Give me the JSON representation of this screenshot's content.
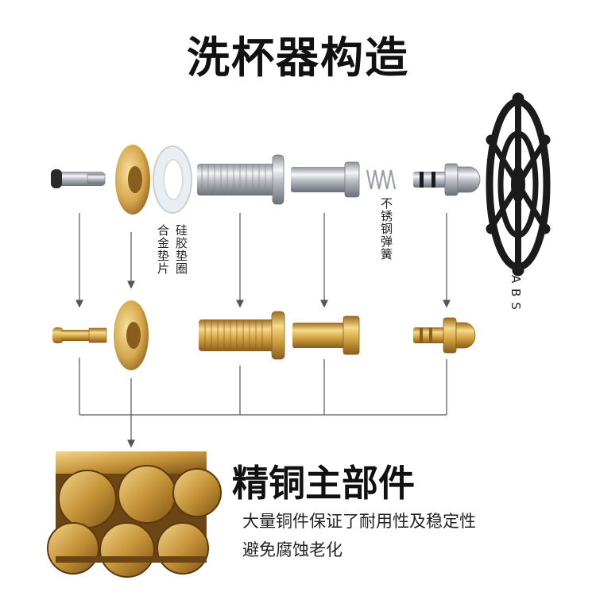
{
  "title": "洗杯器构造",
  "labels": {
    "alloy_gasket": "合金垫片",
    "silicone_gasket": "硅胶垫圈",
    "stainless_spring": "不锈钢弹簧",
    "abs": "A B S"
  },
  "section": {
    "title": "精铜主部件",
    "desc_line1": "大量铜件保证了耐用性及稳定性",
    "desc_line2": "避免腐蚀老化"
  },
  "colors": {
    "brass": "#c9a04a",
    "chrome": "#c8ccd2",
    "black": "#1b1b1b"
  }
}
